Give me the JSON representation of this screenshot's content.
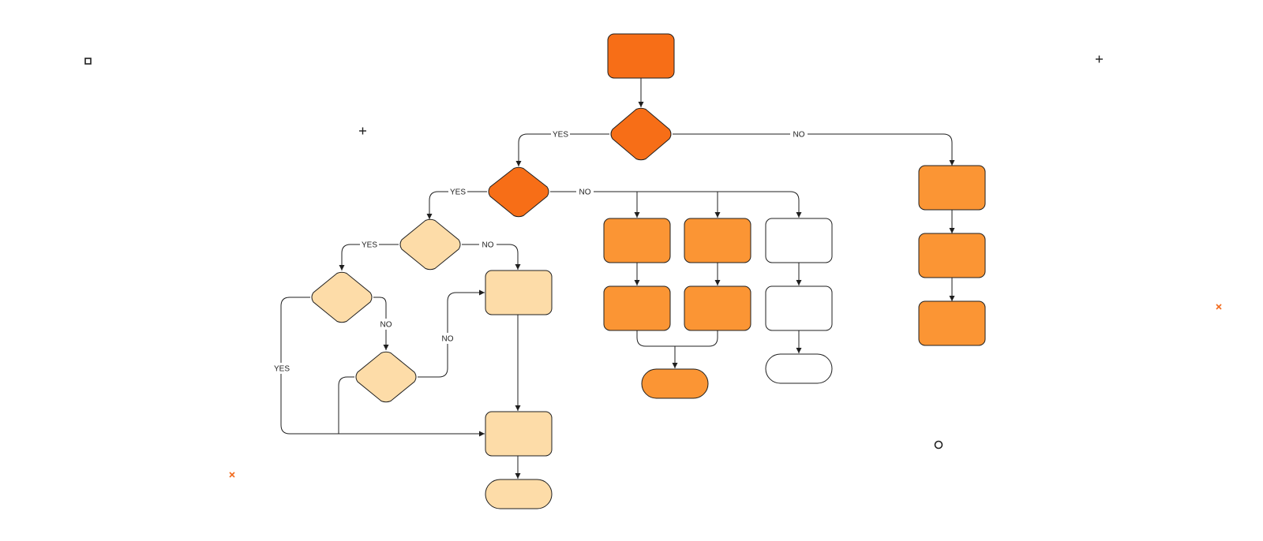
{
  "colors": {
    "dark_orange": "#f76e17",
    "orange": "#fb9534",
    "pale_orange": "#fddca8",
    "white": "#ffffff",
    "stroke": "#1f1f1f",
    "marker_orange": "#f26b1d",
    "background": "#ffffff"
  },
  "labels": {
    "yes": "YES",
    "no": "NO"
  },
  "decorations": [
    "square-marker",
    "plus-marker",
    "plus-marker",
    "x-marker",
    "x-marker",
    "circle-marker"
  ]
}
